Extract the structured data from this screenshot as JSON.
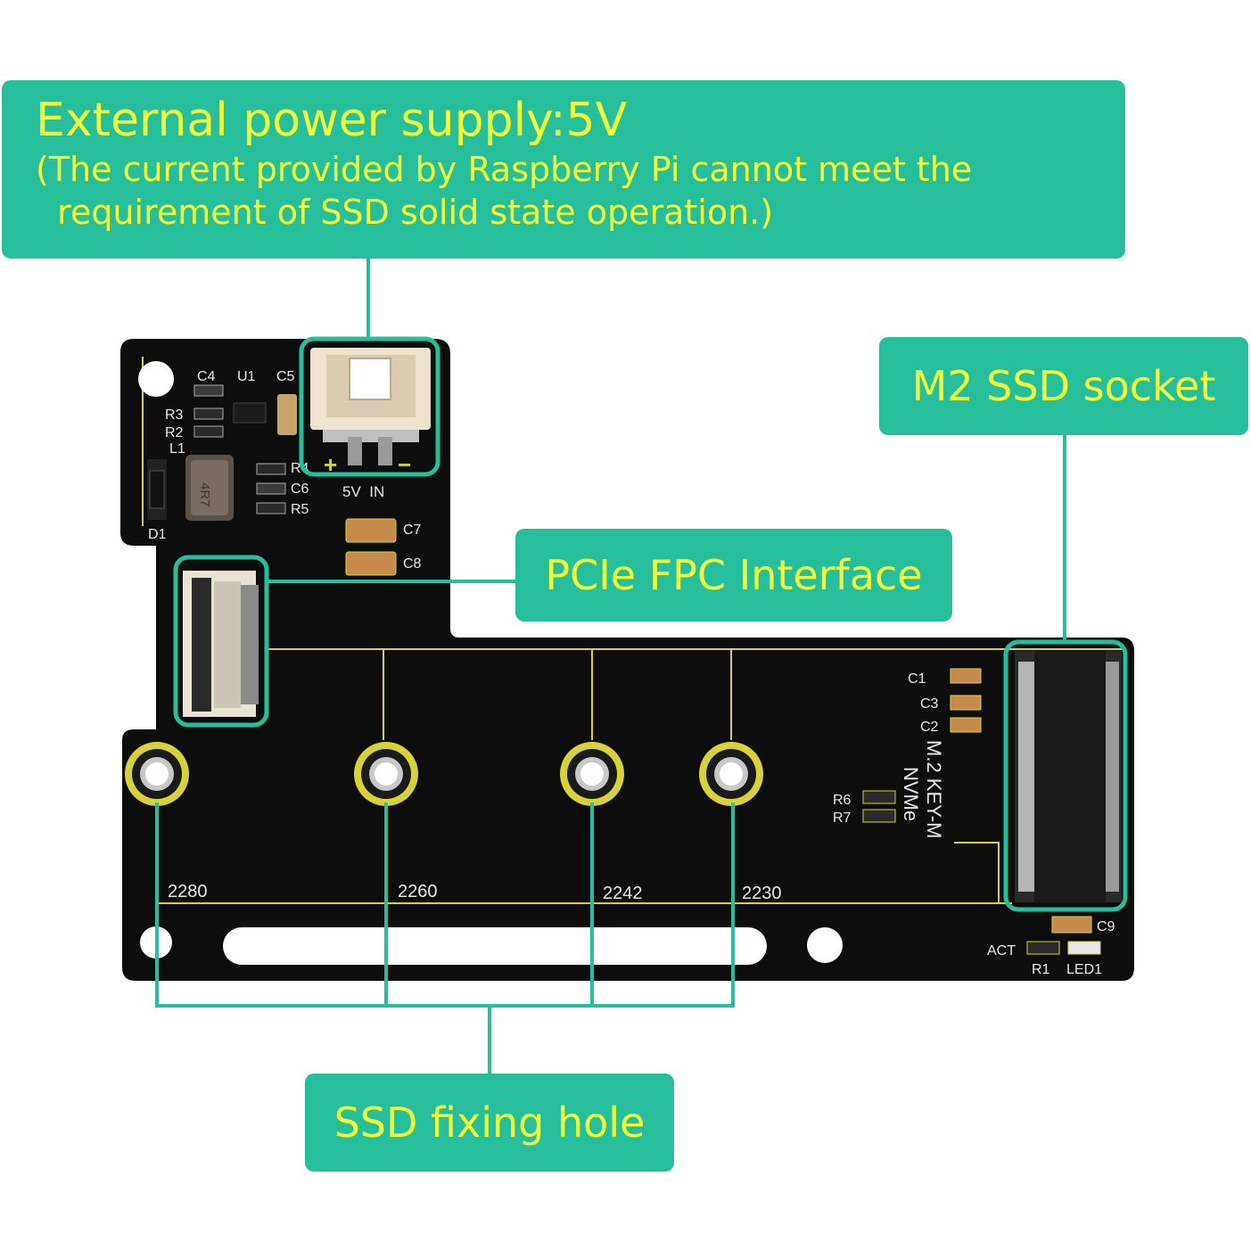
{
  "callouts": {
    "power": {
      "title": "External power supply:5V",
      "note": "(The current provided by Raspberry Pi cannot meet the\n  requirement of SSD solid state operation.)"
    },
    "m2_socket": "M2 SSD socket",
    "pcie_fpc": "PCIe FPC Interface",
    "fixing_hole": "SSD fixing hole"
  },
  "board": {
    "components": [
      "C4",
      "U1",
      "C5",
      "R3",
      "R2",
      "L1",
      "R4",
      "C6",
      "R5",
      "D1",
      "C7",
      "C8",
      "C1",
      "C3",
      "C2",
      "R6",
      "R7",
      "C9",
      "ACT",
      "R1",
      "LED1"
    ],
    "power_label": "5V  IN",
    "power_plus": "+",
    "power_minus": "−",
    "inductor_mark": "4R7",
    "m2_label_line1": "M.2 KEY-M",
    "m2_label_line2": "NVMe",
    "sizes": [
      "2280",
      "2260",
      "2242",
      "2230"
    ]
  },
  "colors": {
    "callout_bg": "#27bf9b",
    "callout_text": "#f0ff3a",
    "pcb": "#0d0d0d",
    "silkscreen_yellow": "#d8d23a",
    "leader_line": "#27bf9b"
  }
}
